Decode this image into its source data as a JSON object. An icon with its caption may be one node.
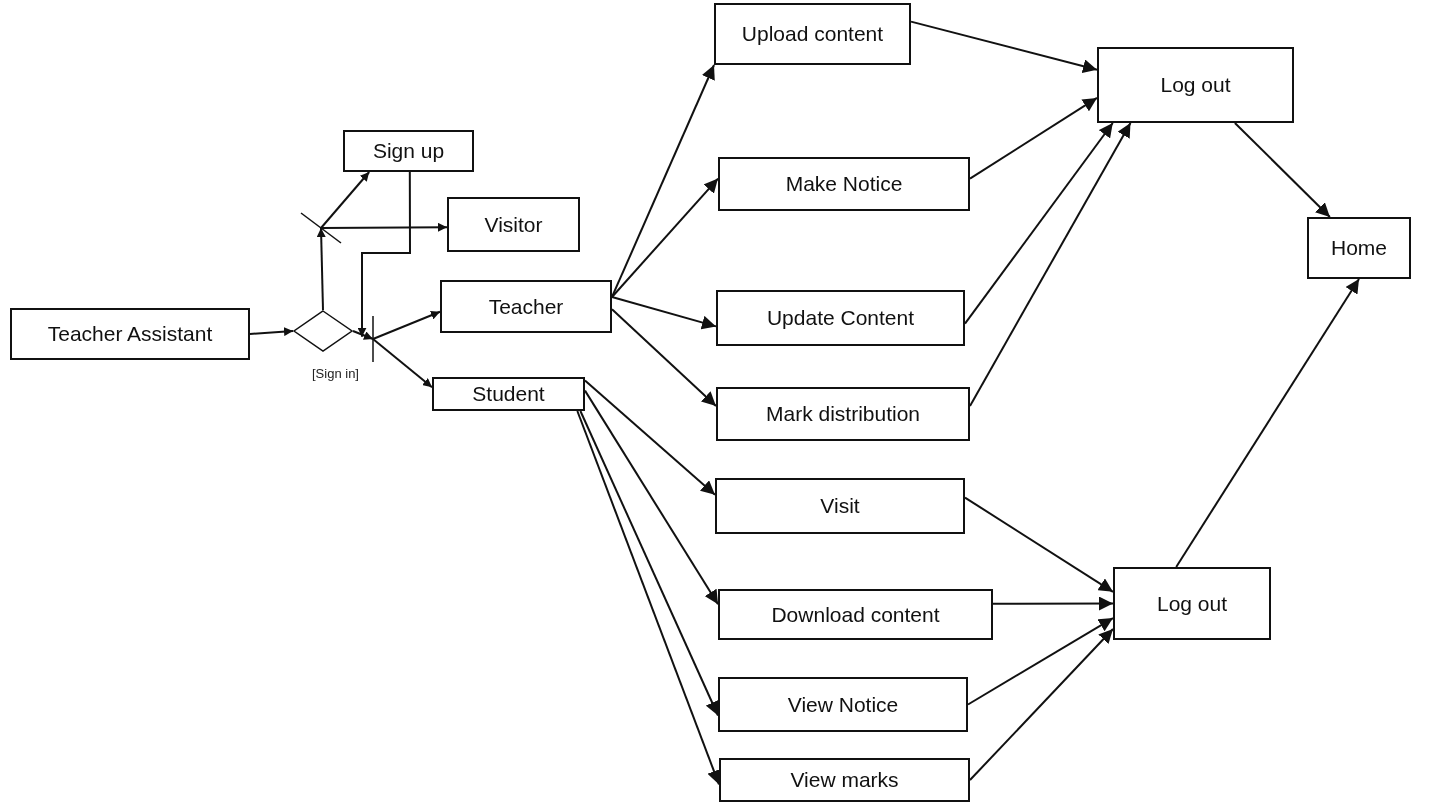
{
  "diagram": {
    "nodes": [
      {
        "text": [
          "Teacher Assistant"
        ]
      },
      {
        "text": [],
        "shape": "diamond"
      },
      {
        "text": [],
        "shape": "bar"
      },
      {
        "text": [
          "Sign up"
        ]
      },
      {
        "text": [
          "Visitor"
        ]
      },
      {
        "text": [],
        "shape": "bar",
        "beside": [
          "[Sign in]"
        ]
      },
      {
        "text": [
          "Teacher"
        ]
      },
      {
        "text": [
          "Student"
        ]
      },
      {
        "text": [
          "Upload content"
        ]
      },
      {
        "text": [
          "Make Notice"
        ]
      },
      {
        "text": [
          "Update Content"
        ]
      },
      {
        "text": [
          "Mark distribution"
        ]
      },
      {
        "text": [
          "Log out"
        ]
      },
      {
        "text": [
          "Home"
        ]
      },
      {
        "text": [
          "Visit"
        ]
      },
      {
        "text": [
          "Download content"
        ]
      },
      {
        "text": [
          "Log out"
        ]
      },
      {
        "text": [
          "View Notice"
        ]
      },
      {
        "text": [
          "View marks"
        ]
      }
    ],
    "edges": [
      {
        "from": 0,
        "to": 1,
        "arrow": "to"
      },
      {
        "from": 1,
        "to": 2,
        "arrow": "to"
      },
      {
        "from": 2,
        "to": 3,
        "arrow": "to"
      },
      {
        "from": 2,
        "to": 4,
        "arrow": "to"
      },
      {
        "from": 1,
        "to": 5,
        "arrow": "to"
      },
      {
        "from": 3,
        "to": 5,
        "arrow": "to"
      },
      {
        "from": 5,
        "to": 6,
        "arrow": "to"
      },
      {
        "from": 5,
        "to": 7,
        "arrow": "to"
      },
      {
        "from": 6,
        "to": 8,
        "arrow": "to"
      },
      {
        "from": 6,
        "to": 9,
        "arrow": "to"
      },
      {
        "from": 6,
        "to": 10,
        "arrow": "to"
      },
      {
        "from": 6,
        "to": 11,
        "arrow": "to"
      },
      {
        "from": 8,
        "to": 12,
        "arrow": "to"
      },
      {
        "from": 9,
        "to": 12,
        "arrow": "to"
      },
      {
        "from": 10,
        "to": 12,
        "arrow": "to"
      },
      {
        "from": 11,
        "to": 12,
        "arrow": "to"
      },
      {
        "from": 12,
        "to": 13,
        "arrow": "to"
      },
      {
        "from": 7,
        "to": 14,
        "arrow": "to"
      },
      {
        "from": 7,
        "to": 15,
        "arrow": "to"
      },
      {
        "from": 7,
        "to": 17,
        "arrow": "to"
      },
      {
        "from": 7,
        "to": 18,
        "arrow": "to"
      },
      {
        "from": 14,
        "to": 16,
        "arrow": "to"
      },
      {
        "from": 15,
        "to": 16,
        "arrow": "to"
      },
      {
        "from": 17,
        "to": 16,
        "arrow": "to"
      },
      {
        "from": 18,
        "to": 16,
        "arrow": "to"
      },
      {
        "from": 16,
        "to": 13,
        "arrow": "to"
      }
    ]
  }
}
